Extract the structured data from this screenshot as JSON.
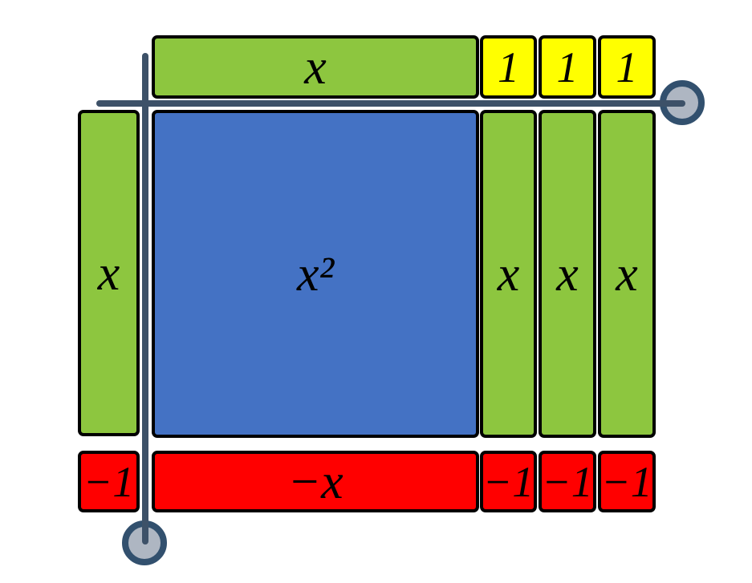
{
  "diagram": {
    "description_labels": {
      "top_bar": "x",
      "top_units": [
        "1",
        "1",
        "1"
      ],
      "left_bar": "x",
      "square": "x²",
      "right_bars": [
        "x",
        "x",
        "x"
      ],
      "neg_unit_left": "−1",
      "neg_bar": "−x",
      "neg_units": [
        "−1",
        "−1",
        "−1"
      ]
    }
  },
  "colors": {
    "green": "#8DC63F",
    "blue": "#4472C4",
    "yellow": "#FFFF00",
    "red": "#FF0000",
    "tile_border": "#000000",
    "axis_line": "#3D5168",
    "handle_fill": "#AEB6C2",
    "handle_ring": "#32506E",
    "background": "#FFFFFF"
  }
}
